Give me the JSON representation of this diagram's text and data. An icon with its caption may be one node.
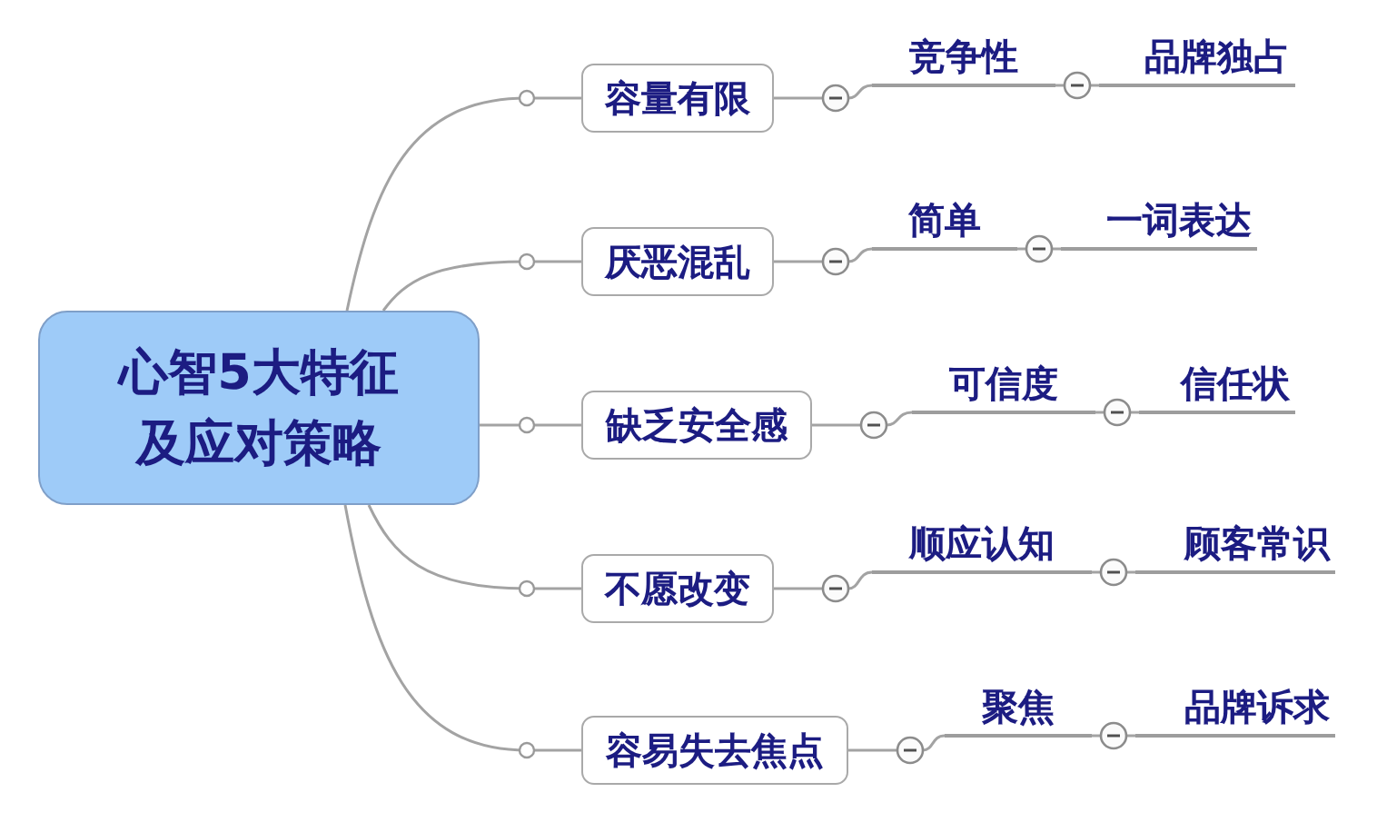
{
  "diagram": {
    "nodes": [
      {
        "text": [
          "心智5大特征及应对策略"
        ]
      },
      {
        "text": [
          "容量有限"
        ]
      },
      {
        "text": [
          "竞争性"
        ]
      },
      {
        "text": [
          "品牌独占"
        ]
      },
      {
        "text": [
          "厌恶混乱"
        ]
      },
      {
        "text": [
          "简单"
        ]
      },
      {
        "text": [
          "一词表达"
        ]
      },
      {
        "text": [
          "缺乏安全感"
        ]
      },
      {
        "text": [
          "可信度"
        ]
      },
      {
        "text": [
          "信任状"
        ]
      },
      {
        "text": [
          "不愿改变"
        ]
      },
      {
        "text": [
          "顺应认知"
        ]
      },
      {
        "text": [
          "顾客常识"
        ]
      },
      {
        "text": [
          "容易失去焦点"
        ]
      },
      {
        "text": [
          "聚焦"
        ]
      },
      {
        "text": [
          "品牌诉求"
        ]
      }
    ],
    "edges": [
      {
        "from": 0,
        "to": 1,
        "arrow": "none"
      },
      {
        "from": 0,
        "to": 4,
        "arrow": "none"
      },
      {
        "from": 0,
        "to": 7,
        "arrow": "none"
      },
      {
        "from": 0,
        "to": 10,
        "arrow": "none"
      },
      {
        "from": 0,
        "to": 13,
        "arrow": "none"
      },
      {
        "from": 1,
        "to": 2,
        "arrow": "none"
      },
      {
        "from": 2,
        "to": 3,
        "arrow": "none"
      },
      {
        "from": 4,
        "to": 5,
        "arrow": "none"
      },
      {
        "from": 5,
        "to": 6,
        "arrow": "none"
      },
      {
        "from": 7,
        "to": 8,
        "arrow": "none"
      },
      {
        "from": 8,
        "to": 9,
        "arrow": "none"
      },
      {
        "from": 10,
        "to": 11,
        "arrow": "none"
      },
      {
        "from": 11,
        "to": 12,
        "arrow": "none"
      },
      {
        "from": 13,
        "to": 14,
        "arrow": "none"
      },
      {
        "from": 14,
        "to": 15,
        "arrow": "none"
      }
    ]
  }
}
